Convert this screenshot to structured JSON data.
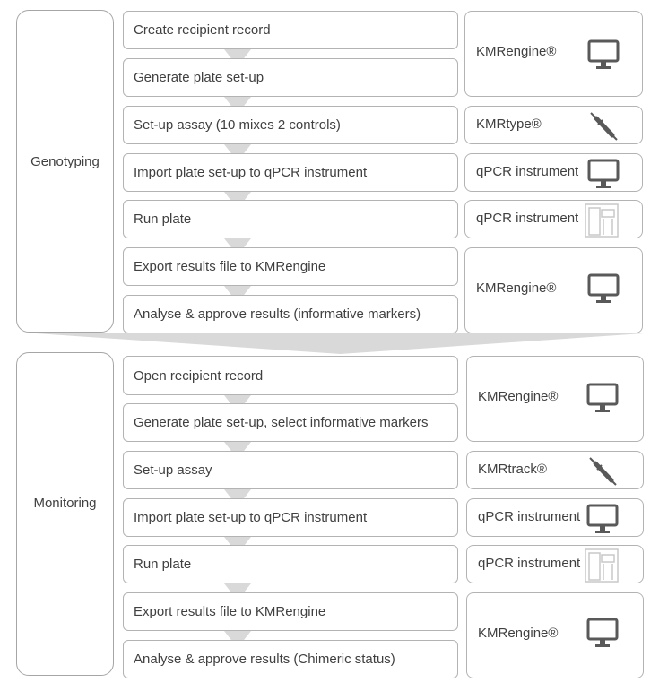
{
  "genotyping": {
    "label": "Genotyping",
    "steps": [
      "Create recipient record",
      "Generate plate set-up",
      "Set-up assay (10 mixes 2 controls)",
      "Import plate set-up to qPCR instrument",
      "Run plate",
      "Export results file to KMRengine",
      "Analyse & approve results (informative markers)"
    ],
    "tools": [
      {
        "label": "KMRengine®",
        "icon": "monitor-icon"
      },
      {
        "label": "KMRtype®",
        "icon": "pipette-icon"
      },
      {
        "label": "qPCR instrument",
        "icon": "monitor-icon"
      },
      {
        "label": "qPCR instrument",
        "icon": "qpcr-instrument-icon"
      },
      {
        "label": "KMRengine®",
        "icon": "monitor-icon"
      }
    ]
  },
  "monitoring": {
    "label": "Monitoring",
    "steps": [
      "Open recipient record",
      "Generate plate set-up, select informative markers",
      "Set-up assay",
      "Import plate set-up to qPCR instrument",
      "Run plate",
      "Export results file to KMRengine",
      "Analyse & approve results (Chimeric status)"
    ],
    "tools": [
      {
        "label": "KMRengine®",
        "icon": "monitor-icon"
      },
      {
        "label": "KMRtrack®",
        "icon": "pipette-icon"
      },
      {
        "label": "qPCR instrument",
        "icon": "monitor-icon"
      },
      {
        "label": "qPCR instrument",
        "icon": "qpcr-instrument-icon"
      },
      {
        "label": "KMRengine®",
        "icon": "monitor-icon"
      }
    ]
  },
  "colors": {
    "border": "#b3b3b3",
    "arrow": "#d9d9d9",
    "text": "#404040",
    "icon": "#595959"
  }
}
